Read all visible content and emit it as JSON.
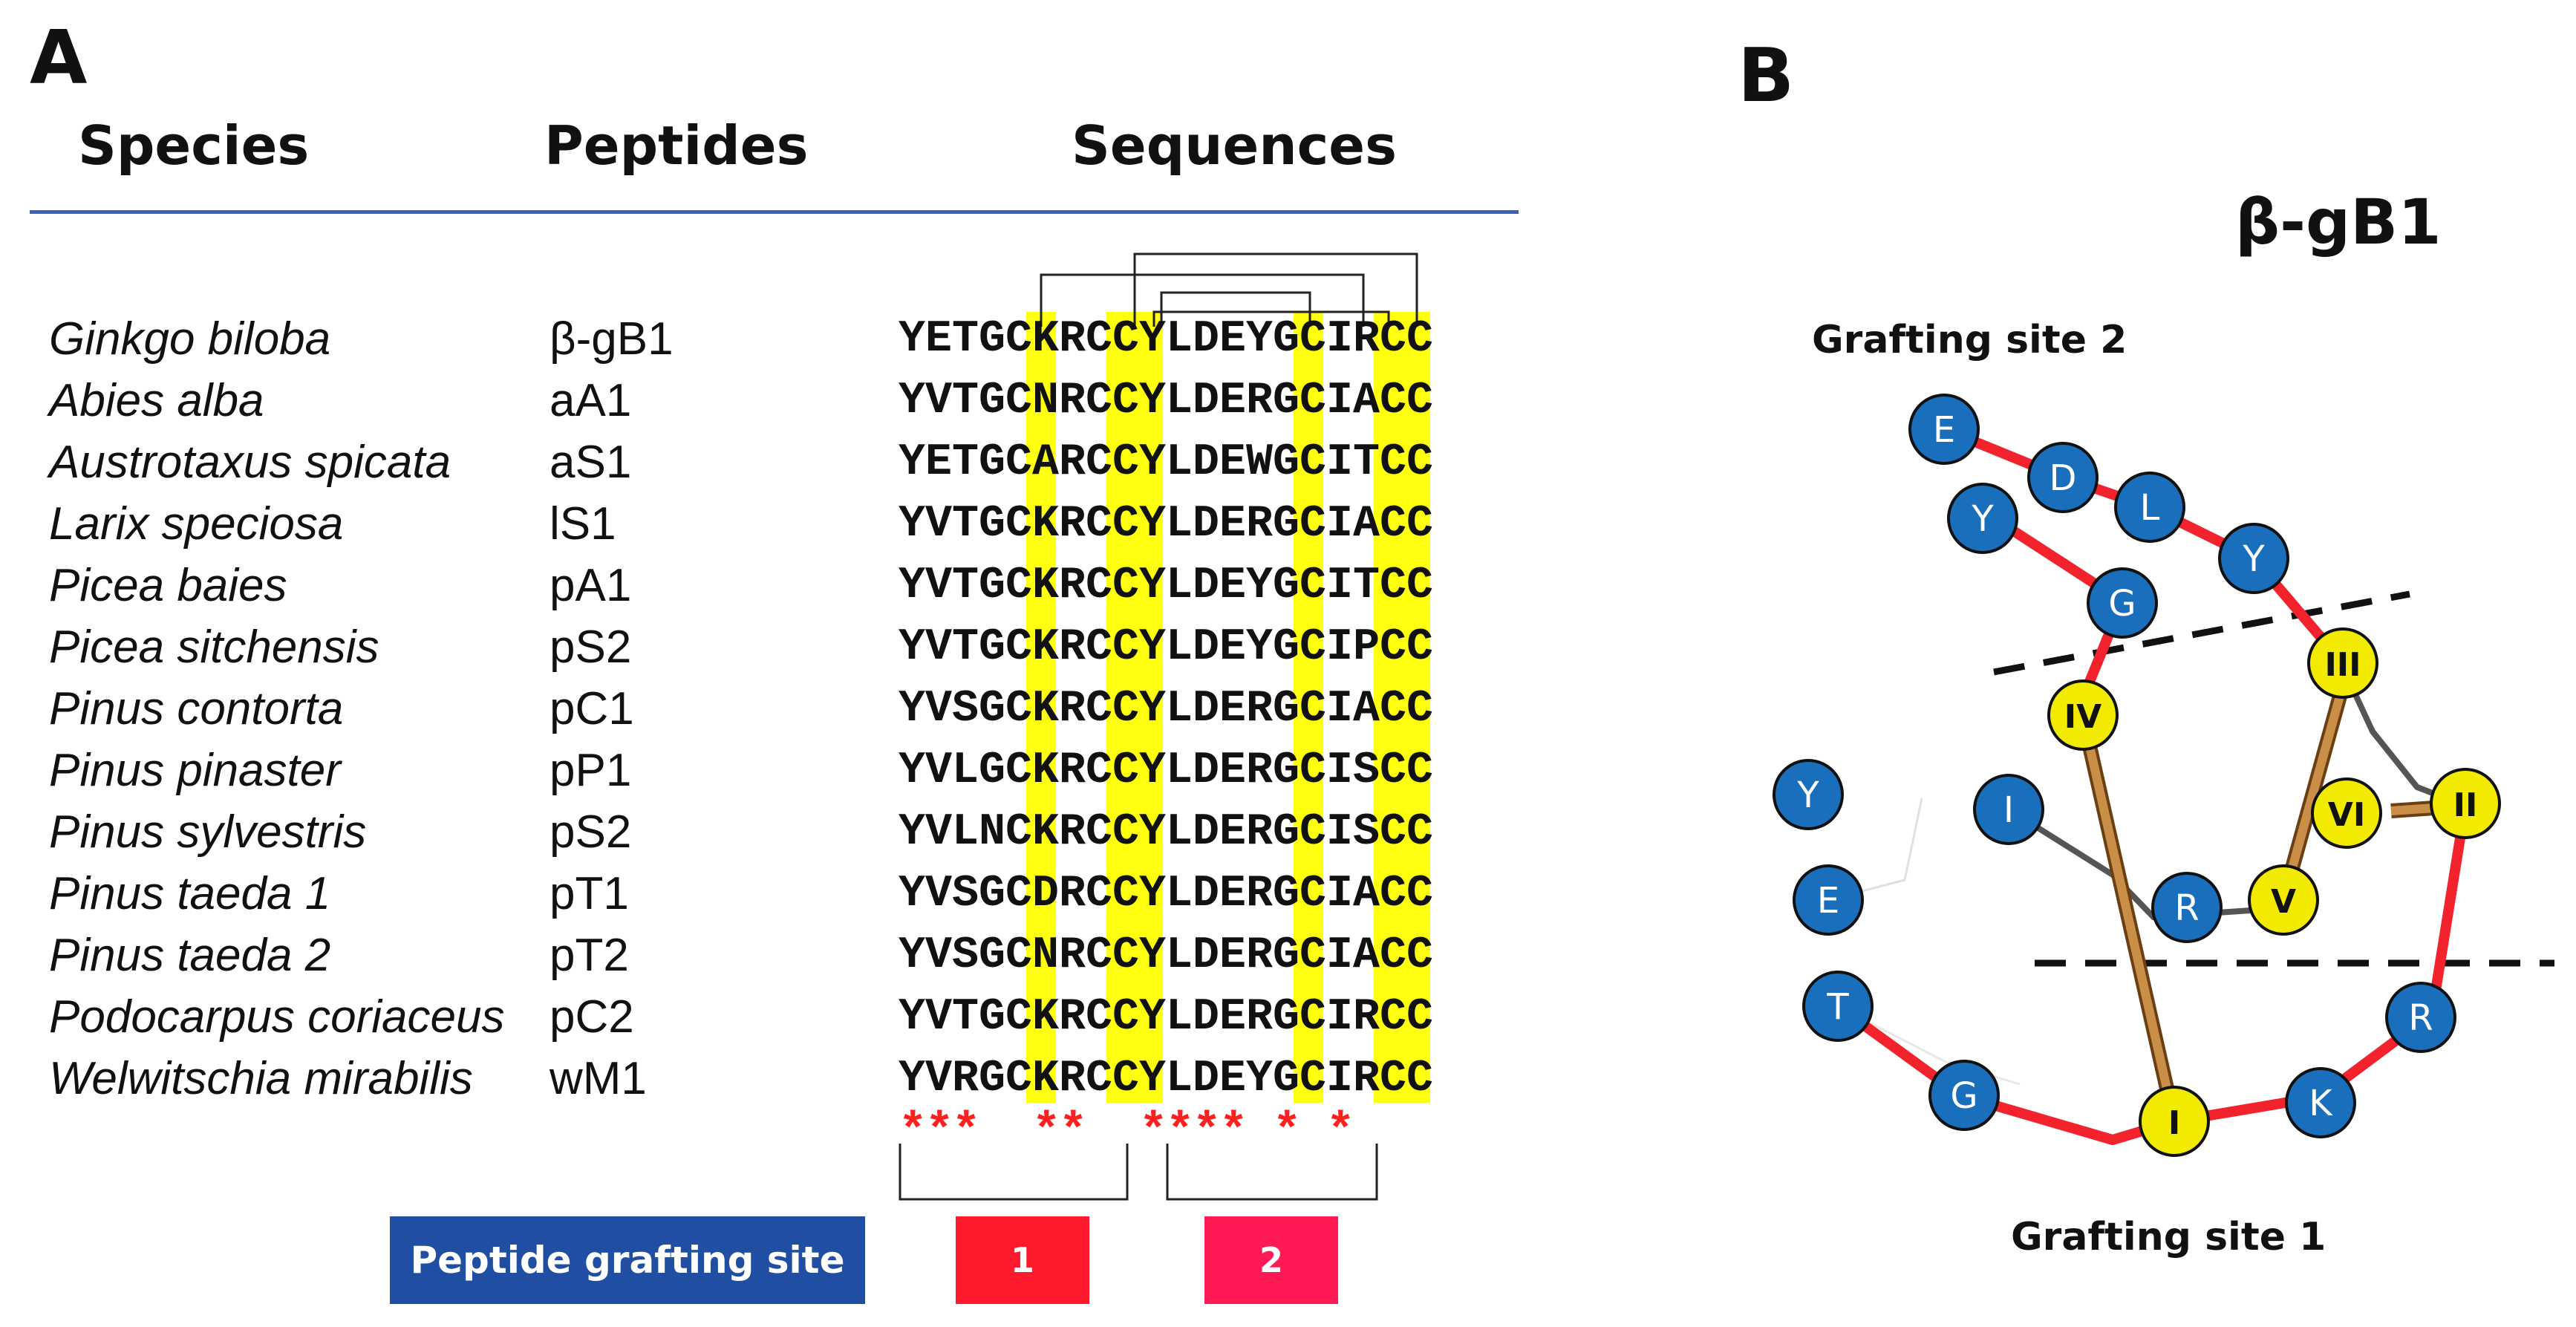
{
  "panel_a": {
    "letter": "A",
    "headers": {
      "species": "Species",
      "peptides": "Peptides",
      "sequences": "Sequences"
    },
    "rows": [
      {
        "species": "Ginkgo biloba",
        "peptide": "β-gB1",
        "sequence": "YETGCKRCCYLDEYGCIRCC"
      },
      {
        "species": "Abies alba",
        "peptide": "aA1",
        "sequence": "YVTGCNRCCYLDERGCIACC"
      },
      {
        "species": "Austrotaxus spicata",
        "peptide": "aS1",
        "sequence": "YETGCARCCYLDEWGCITCC"
      },
      {
        "species": "Larix speciosa",
        "peptide": "lS1",
        "sequence": "YVTGCKRCCYLDERGCIACC"
      },
      {
        "species": "Picea baies",
        "peptide": "pA1",
        "sequence": "YVTGCKRCCYLDEYGCITCC"
      },
      {
        "species": "Picea sitchensis",
        "peptide": "pS2",
        "sequence": "YVTGCKRCCYLDEYGCIPCC"
      },
      {
        "species": "Pinus contorta",
        "peptide": "pC1",
        "sequence": "YVSGCKRCCYLDERGCIACC"
      },
      {
        "species": "Pinus pinaster",
        "peptide": "pP1",
        "sequence": "YVLGCKRCCYLDERGCISCC"
      },
      {
        "species": "Pinus sylvestris",
        "peptide": "pS2",
        "sequence": "YVLNCKRCCYLDERGCISCC"
      },
      {
        "species": "Pinus taeda 1",
        "peptide": "pT1",
        "sequence": "YVSGCDRCCYLDERGCIACC"
      },
      {
        "species": "Pinus taeda 2",
        "peptide": "pT2",
        "sequence": "YVSGCNRCCYLDERGCIACC"
      },
      {
        "species": "Podocarpus coriaceus",
        "peptide": "pC2",
        "sequence": "YVTGCKRCCYLDERGCIRCC"
      },
      {
        "species": "Welwitschia mirabilis",
        "peptide": "wM1",
        "sequence": "YVRGCKRCCYLDEYGCIRCC"
      }
    ],
    "conservation": "* *  *   * *   * * * *   *   *",
    "legend": {
      "label": "Peptide grafting site",
      "site1": "1",
      "site2": "2",
      "colors": {
        "label_bg": "#1f4ea3",
        "site1_bg": "#ff1a2e",
        "site2_bg": "#ff1a55"
      }
    },
    "highlight_color": "#ffff10"
  },
  "panel_b": {
    "letter": "B",
    "title": "β-gB1",
    "grafting_site_2": "Grafting site 2",
    "grafting_site_1": "Grafting site 1",
    "residues_blue": [
      "E",
      "D",
      "Y",
      "L",
      "Y",
      "G",
      "Y",
      "E",
      "T",
      "G",
      "I",
      "R",
      "K",
      "R"
    ],
    "residues_yellow": [
      "III",
      "IV",
      "VI",
      "II",
      "V",
      "I"
    ],
    "colors": {
      "blue": "#1a6fbd",
      "yellow": "#f2ea00",
      "backbone": "#f2232d",
      "disulfide": "#b88035"
    }
  }
}
